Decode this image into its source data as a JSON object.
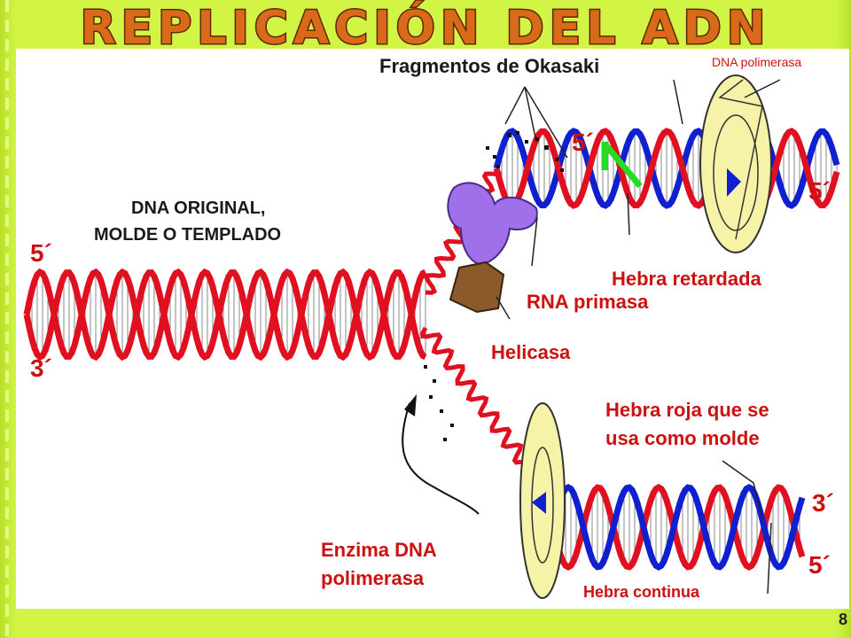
{
  "title": "REPLICACIÓN DEL ADN",
  "labels": {
    "okasaki": "Fragmentos de Okasaki",
    "dna_pol_top": "DNA polimerasa",
    "five_prime_top": "5´",
    "five_prime_right": "5´",
    "original_line1": "DNA ORIGINAL,",
    "original_line2": "MOLDE O TEMPLADO",
    "five_prime_left": "5´",
    "three_prime_left": "3´",
    "retardada": "Hebra retardada",
    "primasa": "RNA primasa",
    "helicasa": "Helicasa",
    "roja_line1": "Hebra roja que se",
    "roja_line2": "usa como molde",
    "three_prime_right": "3´",
    "five_prime_bottom": "5´",
    "enzima_line1": "Enzima DNA",
    "enzima_line2": "polimerasa",
    "continua": "Hebra continua"
  },
  "page_number": "8",
  "colors": {
    "background": "#ccf03a",
    "title": "#d96a1a",
    "strand_red": "#e01020",
    "strand_blue": "#1020d0",
    "primer_green": "#22dd22",
    "helicase": "#a070e8",
    "primase": "#8a5a2a",
    "polymerase": "#f6f2a8"
  }
}
